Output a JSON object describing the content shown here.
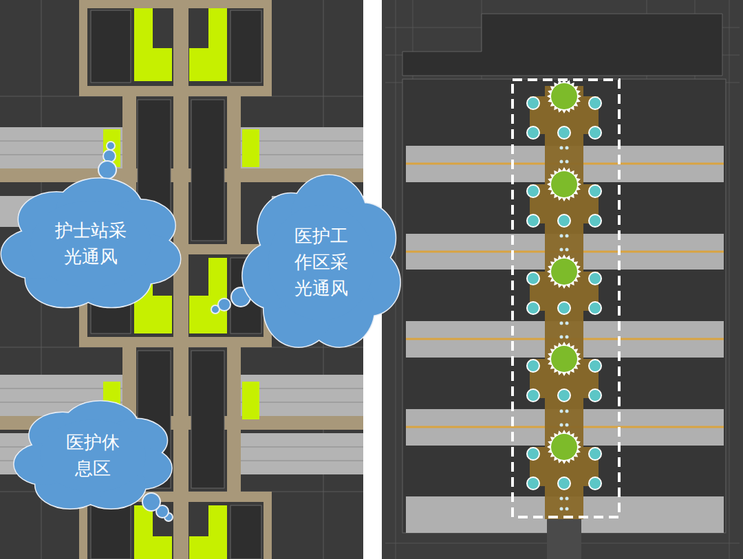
{
  "diagram": {
    "nodes": [
      {
        "text": [
          "护士站采光通风"
        ]
      },
      {
        "text": [
          "医护工作区采光通风"
        ]
      },
      {
        "text": [
          "医护休息区"
        ]
      }
    ]
  }
}
